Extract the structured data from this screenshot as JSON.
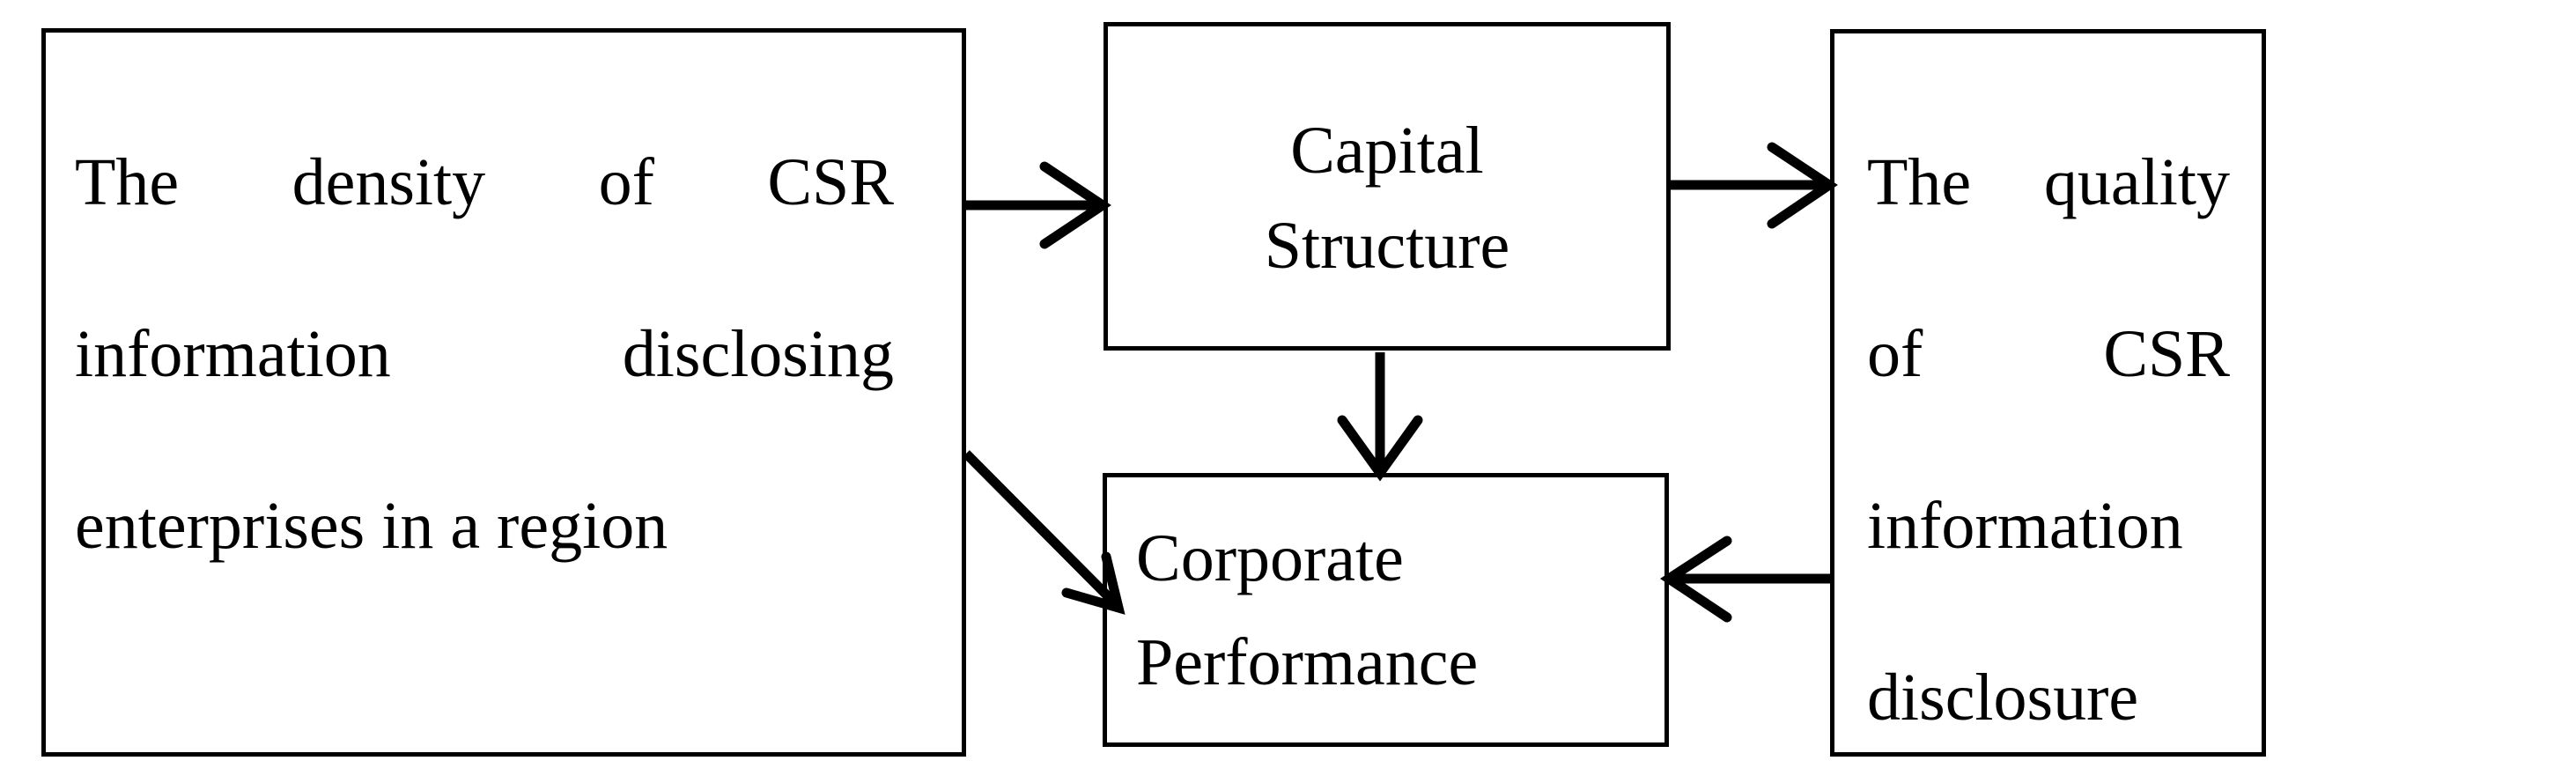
{
  "diagram": {
    "type": "flow-diagram",
    "background_color": "#ffffff",
    "stroke_color": "#000000",
    "nodes": [
      {
        "id": "density",
        "label": "The density of CSR information disclosing enterprises in a region",
        "shape": "rectangle",
        "position": "left"
      },
      {
        "id": "capital_structure",
        "label_line1": "Capital",
        "label_line2": "Structure",
        "label": "Capital Structure",
        "shape": "rectangle",
        "position": "top-center"
      },
      {
        "id": "corporate_performance",
        "label_line1": "Corporate",
        "label_line2": "Performance",
        "label": "Corporate Performance",
        "shape": "rectangle",
        "position": "bottom-center"
      },
      {
        "id": "quality",
        "label": "The quality of CSR information disclosure",
        "shape": "rectangle",
        "position": "right"
      }
    ],
    "edges": [
      {
        "id": "e1",
        "from": "density",
        "to": "capital_structure",
        "style": "solid-arrow",
        "direction": "right"
      },
      {
        "id": "e2",
        "from": "density",
        "to": "corporate_performance",
        "style": "solid-arrow",
        "direction": "diagonal-down-right"
      },
      {
        "id": "e3",
        "from": "capital_structure",
        "to": "quality",
        "style": "solid-arrow",
        "direction": "right"
      },
      {
        "id": "e4",
        "from": "capital_structure",
        "to": "corporate_performance",
        "style": "solid-arrow",
        "direction": "down"
      },
      {
        "id": "e5",
        "from": "quality",
        "to": "corporate_performance",
        "style": "solid-arrow",
        "direction": "left"
      }
    ]
  }
}
